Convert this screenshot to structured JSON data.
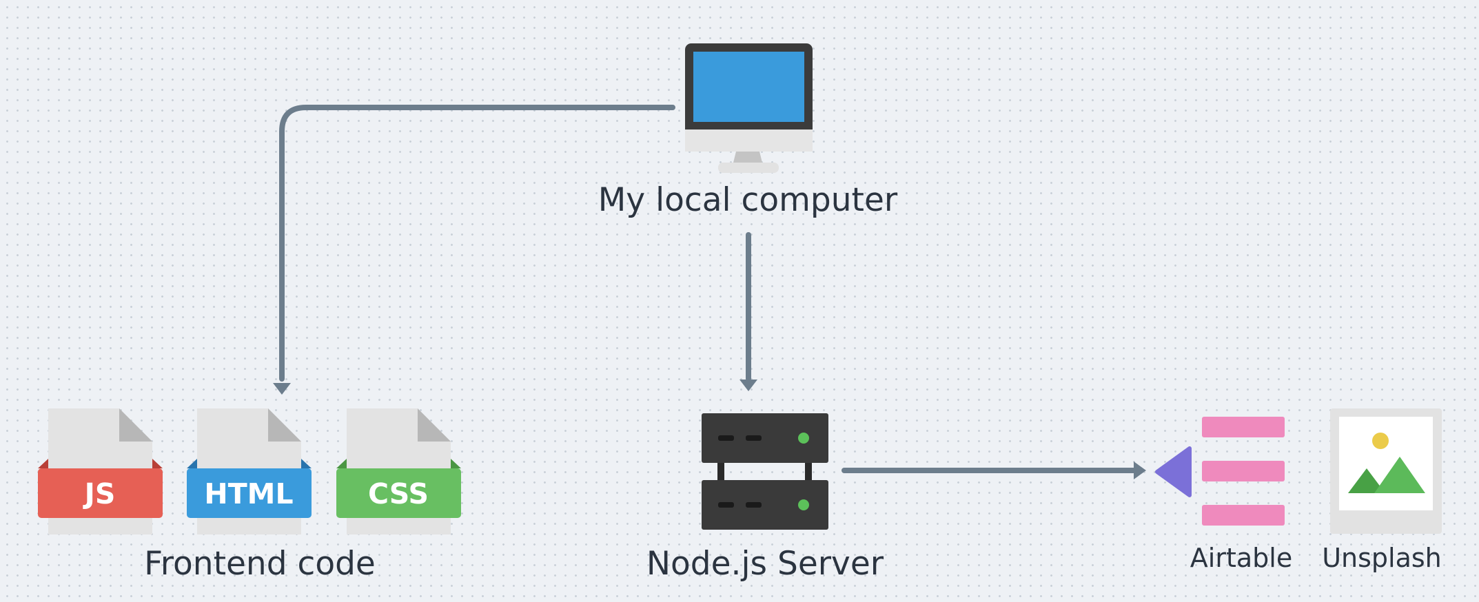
{
  "nodes": {
    "computer": {
      "label": "My local computer"
    },
    "frontend": {
      "label": "Frontend code",
      "files": [
        {
          "name": "JS",
          "color": "#e66055",
          "shade": "#b84037"
        },
        {
          "name": "HTML",
          "color": "#3a9bdc",
          "shade": "#2874ad"
        },
        {
          "name": "CSS",
          "color": "#68bf62",
          "shade": "#4a9643"
        }
      ]
    },
    "server": {
      "label": "Node.js Server"
    },
    "airtable": {
      "label": "Airtable"
    },
    "unsplash": {
      "label": "Unsplash"
    }
  },
  "colors": {
    "background": "#eef1f5",
    "connector": "#6c7d8c",
    "label_text": "#2b3440",
    "monitor_screen": "#3a9bdc",
    "server_body": "#3a3a3a",
    "server_led": "#5cc15a",
    "airtable_bars": "#ef8abd",
    "airtable_arrow": "#7b70d8",
    "image_sun": "#ebcb4a",
    "image_mountain": "#5cba5a"
  },
  "icons": {
    "computer": "desktop-monitor-icon",
    "files": "file-icon",
    "server": "server-rack-icon",
    "airtable": "airtable-logo-icon",
    "unsplash": "image-photo-icon"
  },
  "connectors": [
    {
      "from": "computer",
      "to": "frontend"
    },
    {
      "from": "computer",
      "to": "server"
    },
    {
      "from": "server",
      "to": "airtable"
    }
  ]
}
